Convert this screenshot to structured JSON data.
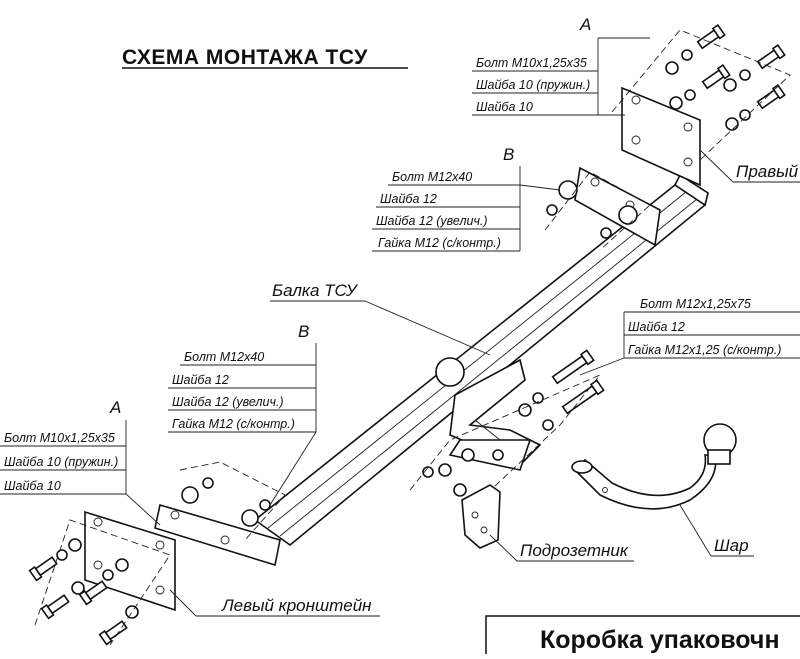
{
  "title": "СХЕМА МОНТАЖА ТСУ",
  "sections": {
    "a_top": "А",
    "b_top": "В",
    "b_mid": "В",
    "a_left": "А"
  },
  "group_a_top": [
    "Болт М10х1,25х35",
    "Шайба 10 (пружин.)",
    "Шайба 10"
  ],
  "group_b_top": [
    "Болт М12х40",
    "Шайба 12",
    "Шайба 12 (увелич.)",
    "Гайка М12 (с/контр.)"
  ],
  "group_b_mid": [
    "Болт М12х40",
    "Шайба 12",
    "Шайба 12 (увелич.)",
    "Гайка М12 (с/контр.)"
  ],
  "group_a_left": [
    "Болт М10х1,25х35",
    "Шайба 10 (пружин.)",
    "Шайба 10"
  ],
  "group_right": [
    "Болт М12х1,25х75",
    "Шайба 12",
    "Гайка М12х1,25 (с/контр.)"
  ],
  "parts": {
    "beam": "Балка ТСУ",
    "right_bracket": "Правый",
    "left_bracket": "Левый кронштейн",
    "socket_plate": "Подрозетник",
    "ball": "Шар"
  },
  "box_label": "Коробка упаковочн"
}
